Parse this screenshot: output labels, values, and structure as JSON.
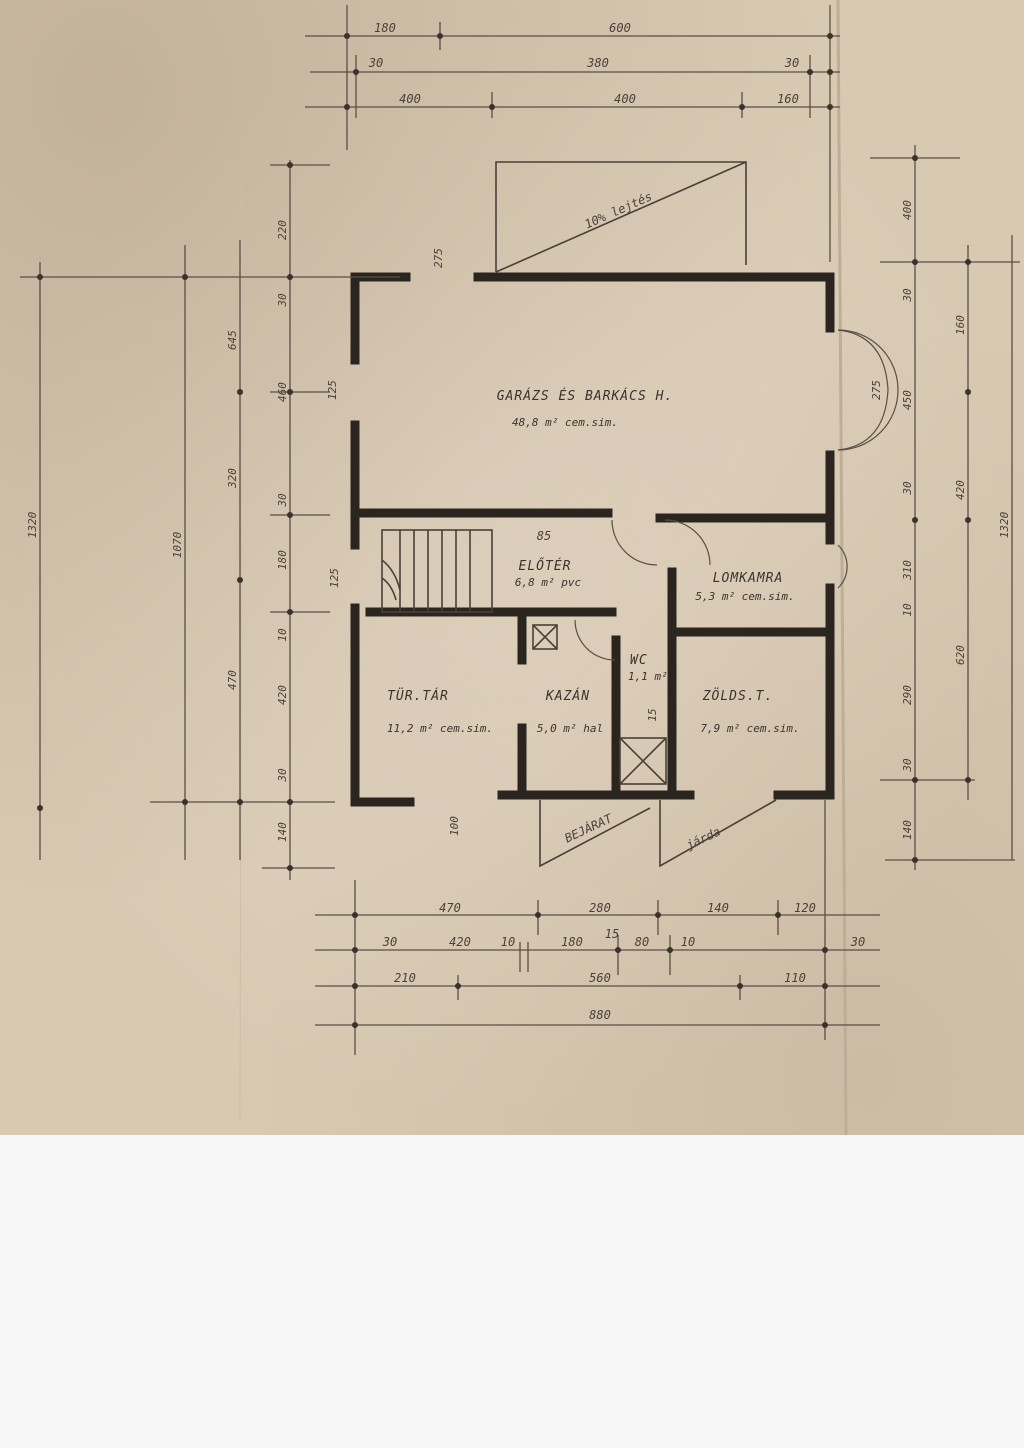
{
  "rooms": {
    "garage": {
      "name": "GARÁZS ÉS BARKÁCS H.",
      "area": "48,8 m² cem.sim."
    },
    "hall": {
      "name": "ELŐTÉR",
      "area": "6,8 m² pvc"
    },
    "junk": {
      "name": "LOMKAMRA",
      "area": "5,3 m² cem.sim."
    },
    "storage": {
      "name": "TÜR.TÁR",
      "area": "11,2 m² cem.sim."
    },
    "boiler": {
      "name": "KAZÁN",
      "area": "5,0 m² hal"
    },
    "pantry": {
      "name": "ZÖLDS.T.",
      "area": "7,9 m² cem.sim."
    },
    "wc": {
      "name": "WC",
      "area": "1,1 m²"
    }
  },
  "annotations": {
    "driveway": "10% lejtés",
    "entrance": "BEJÁRAT",
    "pavement": "járda"
  },
  "dims": {
    "top1": [
      "180",
      "600"
    ],
    "top2": [
      "30",
      "380",
      "30"
    ],
    "top3": [
      "400",
      "400",
      "160"
    ],
    "bottom1": [
      "470",
      "280",
      "140",
      "120"
    ],
    "bottom2": [
      "30",
      "420",
      "10",
      "180",
      "15",
      "80",
      "10",
      "30"
    ],
    "bottom3": [
      "210",
      "560",
      "110"
    ],
    "bottom4": [
      "880"
    ],
    "left_total": "1320",
    "left_mid": "1070",
    "left_a": [
      "645",
      "320",
      "470"
    ],
    "left_b": [
      "220",
      "30",
      "460",
      "30",
      "180",
      "10",
      "420",
      "30",
      "140"
    ],
    "right_total": "1320",
    "right_a": [
      "160",
      "420",
      "620"
    ],
    "right_b": [
      "400",
      "30",
      "450",
      "30",
      "310",
      "10",
      "290",
      "30",
      "140"
    ],
    "misc": [
      "275",
      "125",
      "275",
      "125",
      "85",
      "15",
      "100"
    ]
  }
}
